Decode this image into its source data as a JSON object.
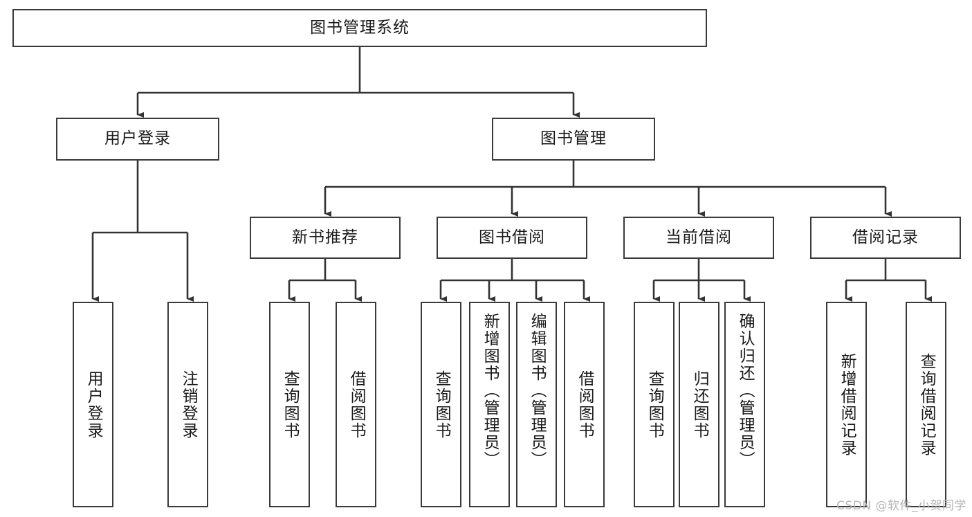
{
  "diagram": {
    "title": "图书管理系统",
    "type": "tree-hierarchy",
    "watermark": "CSDN @软件_小贺同学",
    "colors": {
      "box_border": "#3a3a3a",
      "box_fill": "#ffffff",
      "edge": "#333333",
      "text": "#1a1a1a",
      "watermark": "#b4b4b4"
    },
    "levels": {
      "root": {
        "label": "图书管理系统"
      },
      "level2": [
        {
          "id": "user-login",
          "label": "用户登录"
        },
        {
          "id": "book-manage",
          "label": "图书管理"
        }
      ],
      "level3": [
        {
          "id": "new-book-recommend",
          "label": "新书推荐",
          "parent": "book-manage"
        },
        {
          "id": "book-borrow",
          "label": "图书借阅",
          "parent": "book-manage"
        },
        {
          "id": "current-borrow",
          "label": "当前借阅",
          "parent": "book-manage"
        },
        {
          "id": "borrow-record",
          "label": "借阅记录",
          "parent": "book-manage"
        }
      ],
      "leaves": [
        {
          "id": "leaf-user-login",
          "label": "用户登录",
          "parent": "user-login"
        },
        {
          "id": "leaf-logout-login",
          "label": "注销登录",
          "parent": "user-login"
        },
        {
          "id": "leaf-query-book-1",
          "label": "查询图书",
          "parent": "new-book-recommend"
        },
        {
          "id": "leaf-borrow-book-1",
          "label": "借阅图书",
          "parent": "new-book-recommend"
        },
        {
          "id": "leaf-query-book-2",
          "label": "查询图书",
          "parent": "book-borrow"
        },
        {
          "id": "leaf-add-book",
          "label": "新增图书（管理员）",
          "parent": "book-borrow"
        },
        {
          "id": "leaf-edit-book",
          "label": "编辑图书（管理员）",
          "parent": "book-borrow"
        },
        {
          "id": "leaf-borrow-book-2",
          "label": "借阅图书",
          "parent": "book-borrow"
        },
        {
          "id": "leaf-query-book-3",
          "label": "查询图书",
          "parent": "current-borrow"
        },
        {
          "id": "leaf-return-book",
          "label": "归还图书",
          "parent": "current-borrow"
        },
        {
          "id": "leaf-confirm-return",
          "label": "确认归还（管理员）",
          "parent": "current-borrow"
        },
        {
          "id": "leaf-add-record",
          "label": "新增借阅记录",
          "parent": "borrow-record"
        },
        {
          "id": "leaf-query-record",
          "label": "查询借阅记录",
          "parent": "borrow-record"
        }
      ]
    }
  }
}
